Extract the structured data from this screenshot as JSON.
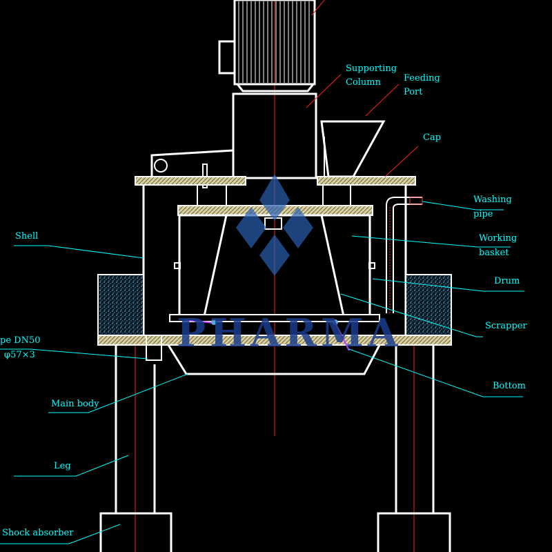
{
  "labels": {
    "supporting_column": [
      "Supporting",
      "Column"
    ],
    "feeding_port": [
      "Feeding",
      "Port"
    ],
    "cap": "Cap",
    "washing_pipe": [
      "Washing",
      "pipe"
    ],
    "working_basket": [
      "Working",
      "basket"
    ],
    "drum": "Drum",
    "scrapper": "Scrapper",
    "bottom": "Bottom",
    "shell": "Shell",
    "pipe_dn": [
      "pe DN50",
      "φ57×3"
    ],
    "main_body": "Main body",
    "leg": "Leg",
    "shock_absorber": "Shock absorber"
  },
  "watermark": "PHARMA",
  "colors": {
    "background": "#000000",
    "outline": "#ffffff",
    "label": "#00ffff",
    "centerline": "#ff2020",
    "insulation": "#5fa8d8",
    "flange": "#e8e0b0",
    "watermark": "#1a3c8c"
  }
}
